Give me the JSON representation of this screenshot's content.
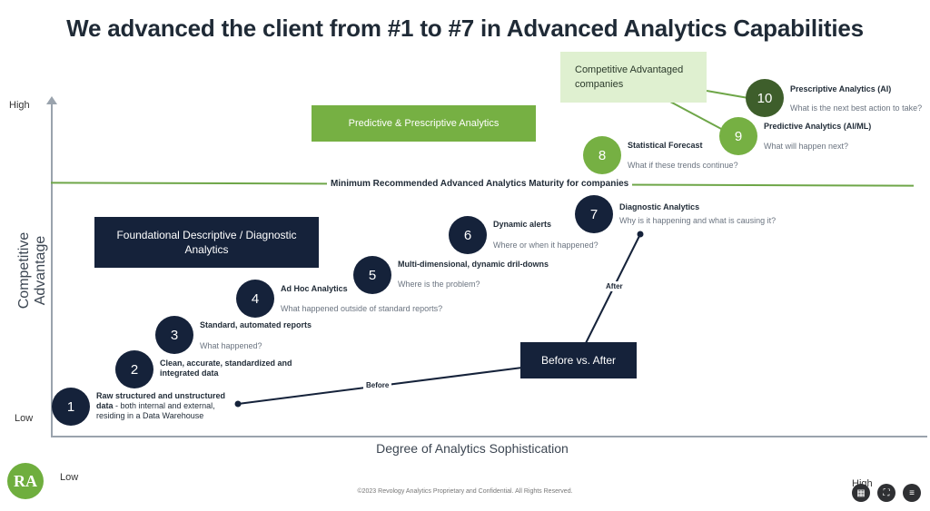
{
  "title": "We advanced the client from #1 to #7 in Advanced Analytics Capabilities",
  "y_axis": {
    "label": "Competitive Advantage",
    "high": "High",
    "low": "Low"
  },
  "x_axis": {
    "label": "Degree of Analytics Sophistication",
    "low": "Low",
    "high": "High"
  },
  "threshold_label": "Minimum Recommended Advanced Analytics Maturity for companies",
  "boxes": {
    "predictive": "Predictive & Prescriptive Analytics",
    "foundational": "Foundational Descriptive / Diagnostic Analytics",
    "competitive": "Competitive Advantaged companies",
    "before_after": "Before vs. After"
  },
  "arrows": {
    "before": "Before",
    "after": "After"
  },
  "steps": [
    {
      "num": "1",
      "label": "Raw structured and unstructured",
      "label2": "data",
      "desc": " - both internal and external, residing in a Data Warehouse"
    },
    {
      "num": "2",
      "label": "Clean, accurate, standardized and integrated data",
      "desc": ""
    },
    {
      "num": "3",
      "label": "Standard, automated reports",
      "desc": "What happened?"
    },
    {
      "num": "4",
      "label": "Ad Hoc Analytics",
      "desc": "What happened outside of standard reports?"
    },
    {
      "num": "5",
      "label": "Multi-dimensional, dynamic dril-downs",
      "desc": "Where is the problem?"
    },
    {
      "num": "6",
      "label": "Dynamic alerts",
      "desc": "Where or when it happened?"
    },
    {
      "num": "7",
      "label": "Diagnostic Analytics",
      "desc": "Why is it happening and what is causing it?"
    },
    {
      "num": "8",
      "label": "Statistical Forecast",
      "desc": "What if these trends continue?"
    },
    {
      "num": "9",
      "label": "Predictive Analytics (AI/ML)",
      "desc": "What will happen next?"
    },
    {
      "num": "10",
      "label": "Prescriptive Analytics (AI)",
      "desc": "What is the next best action to take?"
    }
  ],
  "footer": "©2023 Revology Analytics Proprietary and Confidential. All Rights Reserved.",
  "logo": "RA",
  "colors": {
    "navy": "#15223a",
    "green": "#76b043",
    "light_green": "#dff0d0",
    "dark_green": "#3e5e2b"
  },
  "controls": [
    "grid-icon",
    "fullscreen-icon",
    "menu-icon"
  ]
}
